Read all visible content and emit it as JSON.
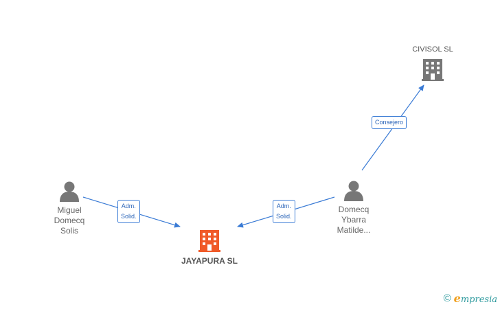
{
  "nodes": {
    "civisol": {
      "label": "CIVISOL SL",
      "type": "company",
      "color": "#777777"
    },
    "jayapura": {
      "label": "JAYAPURA  SL",
      "type": "company",
      "color": "#f05a28"
    },
    "miguel": {
      "label": "Miguel\nDomecq\nSolis",
      "type": "person",
      "color": "#777777"
    },
    "domecq": {
      "label": "Domecq\nYbarra\nMatilde...",
      "type": "person",
      "color": "#777777"
    }
  },
  "edges": [
    {
      "from": "domecq",
      "to": "civisol",
      "label": "Consejero"
    },
    {
      "from": "miguel",
      "to": "jayapura",
      "label": "Adm.\nSolid."
    },
    {
      "from": "domecq",
      "to": "jayapura",
      "label": "Adm.\nSolid."
    }
  ],
  "colors": {
    "edge": "#3a7bd5"
  },
  "footer": {
    "copyright_icon": "copyright-icon",
    "brand_e": "e",
    "brand_rest": "mpresia"
  }
}
